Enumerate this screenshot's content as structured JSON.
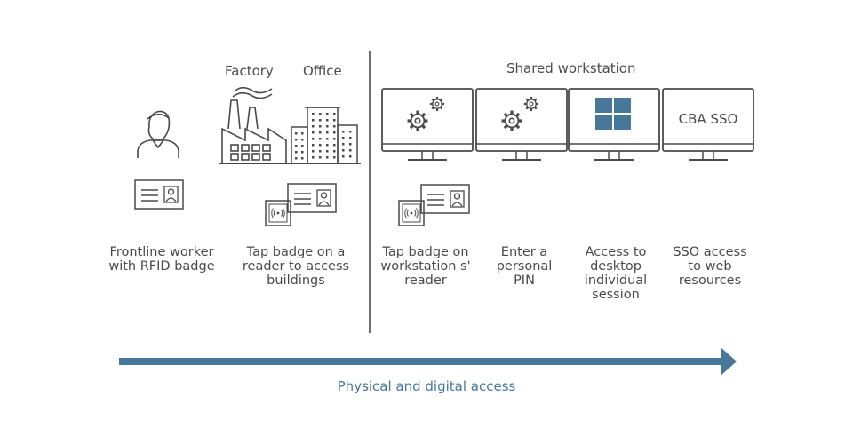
{
  "headings": {
    "factory": "Factory",
    "office": "Office",
    "shared": "Shared workstation"
  },
  "screens": {
    "sso_text": "CBA SSO"
  },
  "steps": [
    {
      "label": "Frontline  worker\nwith RFID badge"
    },
    {
      "label": "Tap badge on a\nreader to access\nbuildings"
    },
    {
      "label": "Tap badge on\nworkstation s'\nreader"
    },
    {
      "label": "Enter a\npersonal\nPIN"
    },
    {
      "label": "Access to\ndesktop\nindividual\nsession"
    },
    {
      "label": "SSO access\nto web\nresources"
    }
  ],
  "arrow": {
    "caption": "Physical and digital access"
  },
  "colors": {
    "stroke": "#4a4a4a",
    "accent": "#47789a",
    "windows": "#47789a"
  }
}
